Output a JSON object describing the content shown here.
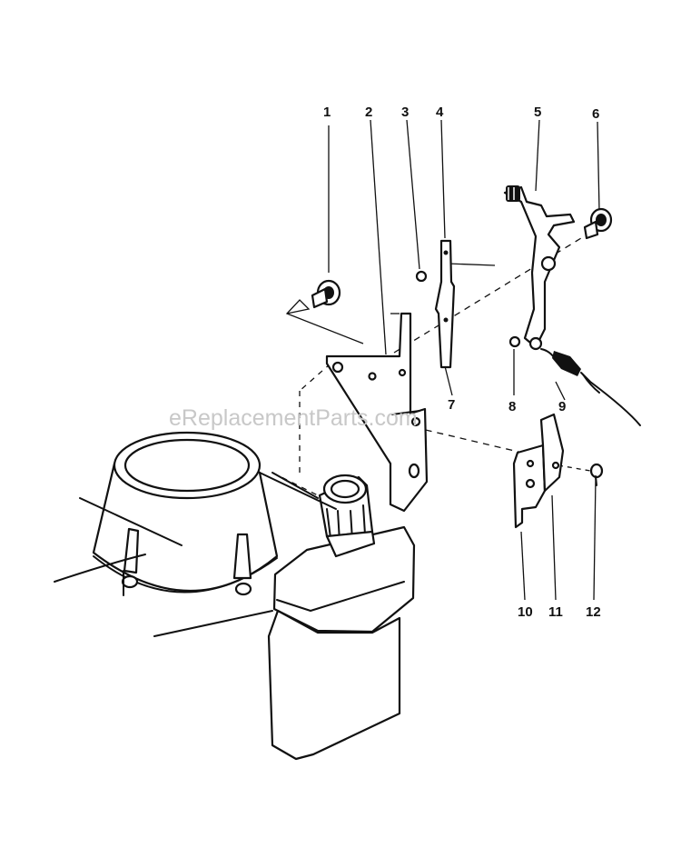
{
  "watermark": "eReplacementParts.com",
  "callouts": [
    "1",
    "2",
    "3",
    "4",
    "5",
    "6",
    "7",
    "8",
    "9",
    "10",
    "11",
    "12"
  ]
}
